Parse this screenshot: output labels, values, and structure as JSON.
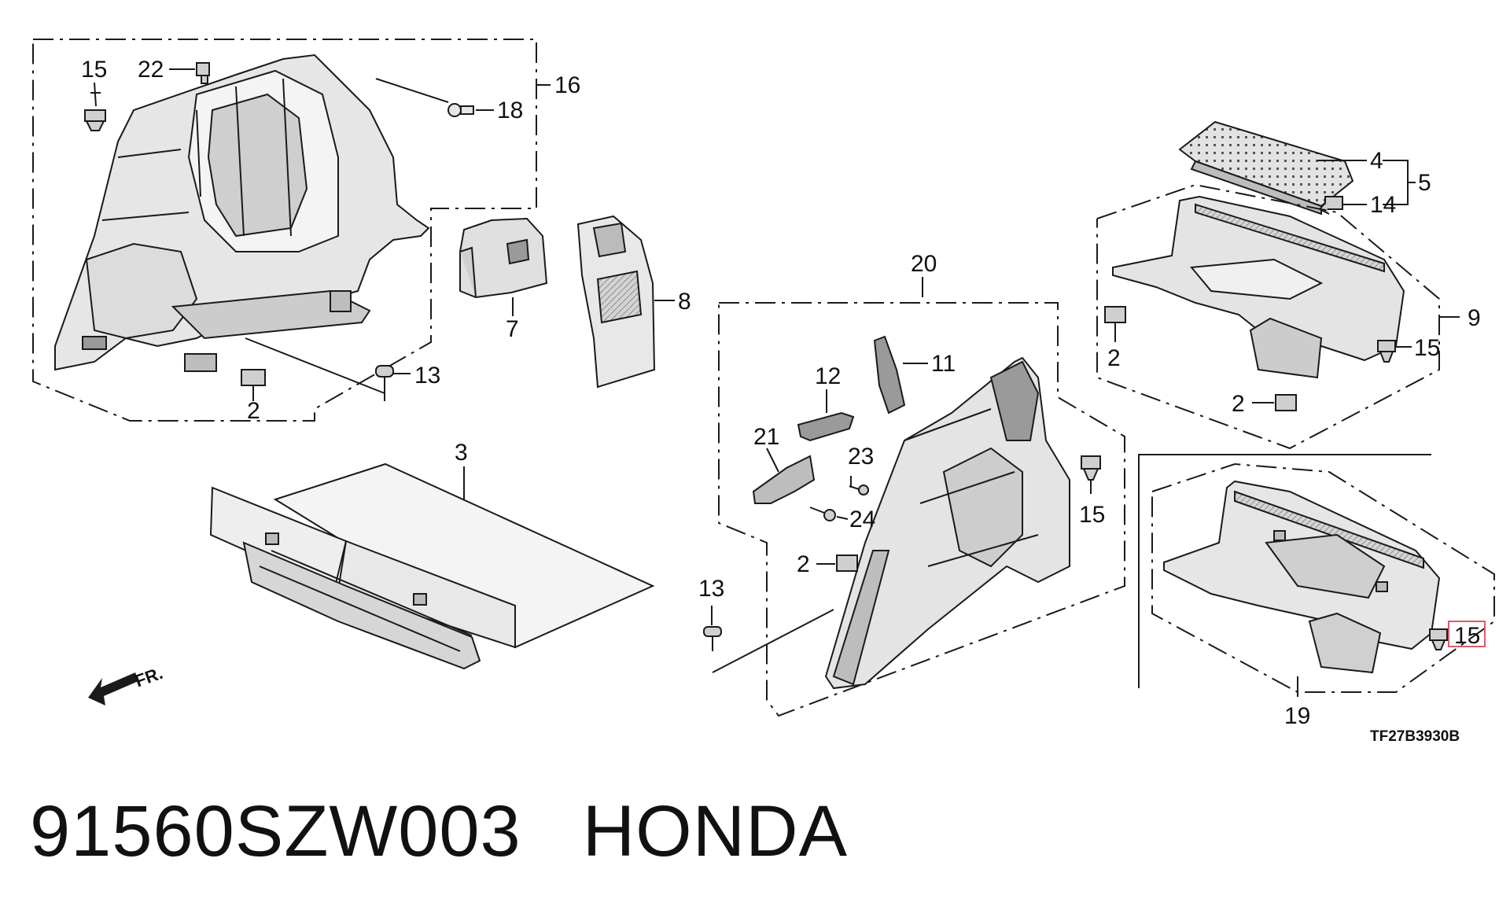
{
  "callouts": {
    "c15_top_left": "15",
    "c22": "22",
    "c16": "16",
    "c18": "18",
    "c7": "7",
    "c8": "8",
    "c13_top": "13",
    "c2_top_left": "2",
    "c3": "3",
    "c20": "20",
    "c11": "11",
    "c12": "12",
    "c21": "21",
    "c23": "23",
    "c24": "24",
    "c2_middle": "2",
    "c15_middle": "15",
    "c13_middle": "13",
    "c4": "4",
    "c5": "5",
    "c14": "14",
    "c9": "9",
    "c2_right_upper": "2",
    "c15_right_upper": "15",
    "c2_right_lower": "2",
    "c19": "19",
    "c15_highlighted": "15"
  },
  "direction_label": "FR.",
  "diagram_code": "TF27B3930B",
  "footer": {
    "part_number": "91560SZW003",
    "brand": "HONDA"
  },
  "colors": {
    "line": "#1a1a1a",
    "part_fill": "#d9d9d9",
    "part_fill_dark": "#9a9a9a",
    "highlight_box": "#e05a6a"
  }
}
